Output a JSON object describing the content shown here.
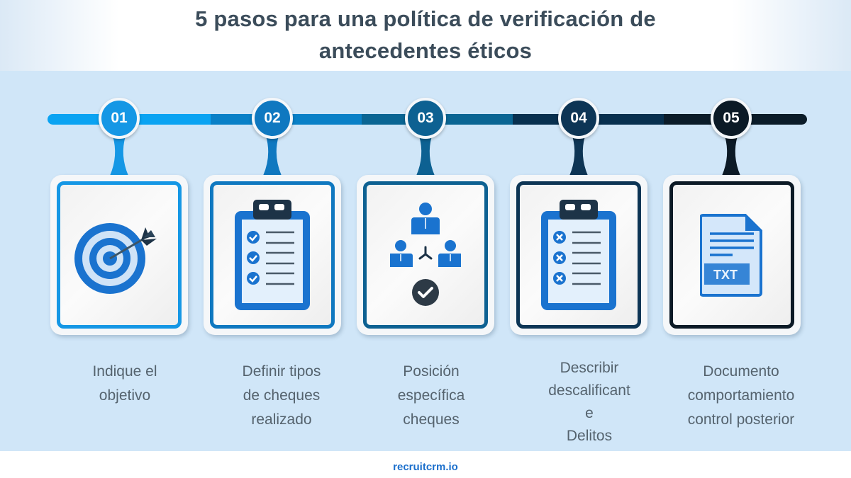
{
  "title": {
    "line1": "5 pasos para una política de verificación de",
    "line2": "antecedentes éticos"
  },
  "colors": {
    "title_text": "#3b4c5a",
    "panel_bg": "#d0e6f8",
    "label_text": "#55636e",
    "footer_text": "#1b6fcc",
    "icon_blue": "#1a73cf",
    "icon_dark": "#1d3347"
  },
  "timeline": {
    "segments": [
      "#0aa3f2",
      "#0980c7",
      "#0a6593",
      "#08304f",
      "#0b1c29"
    ]
  },
  "steps": [
    {
      "number": "01",
      "color": "#1597e5",
      "icon": "target-icon",
      "label_lines": [
        "Indique el",
        "objetivo"
      ]
    },
    {
      "number": "02",
      "color": "#0f78c0",
      "icon": "clipboard-check-icon",
      "label_lines": [
        "Definir tipos",
        "de cheques",
        "realizado"
      ]
    },
    {
      "number": "03",
      "color": "#0d6192",
      "icon": "team-hierarchy-check-icon",
      "label_lines": [
        "Posición",
        "específica",
        "cheques"
      ]
    },
    {
      "number": "04",
      "color": "#0d3555",
      "icon": "clipboard-x-icon",
      "label_lines": [
        "Describir",
        "descalificant",
        "e",
        "Delitos"
      ]
    },
    {
      "number": "05",
      "color": "#0c1a26",
      "icon": "txt-document-icon",
      "label_lines": [
        "Documento",
        "comportamiento",
        "control posterior"
      ]
    }
  ],
  "footer": {
    "brand": "recruitcrm.io"
  }
}
